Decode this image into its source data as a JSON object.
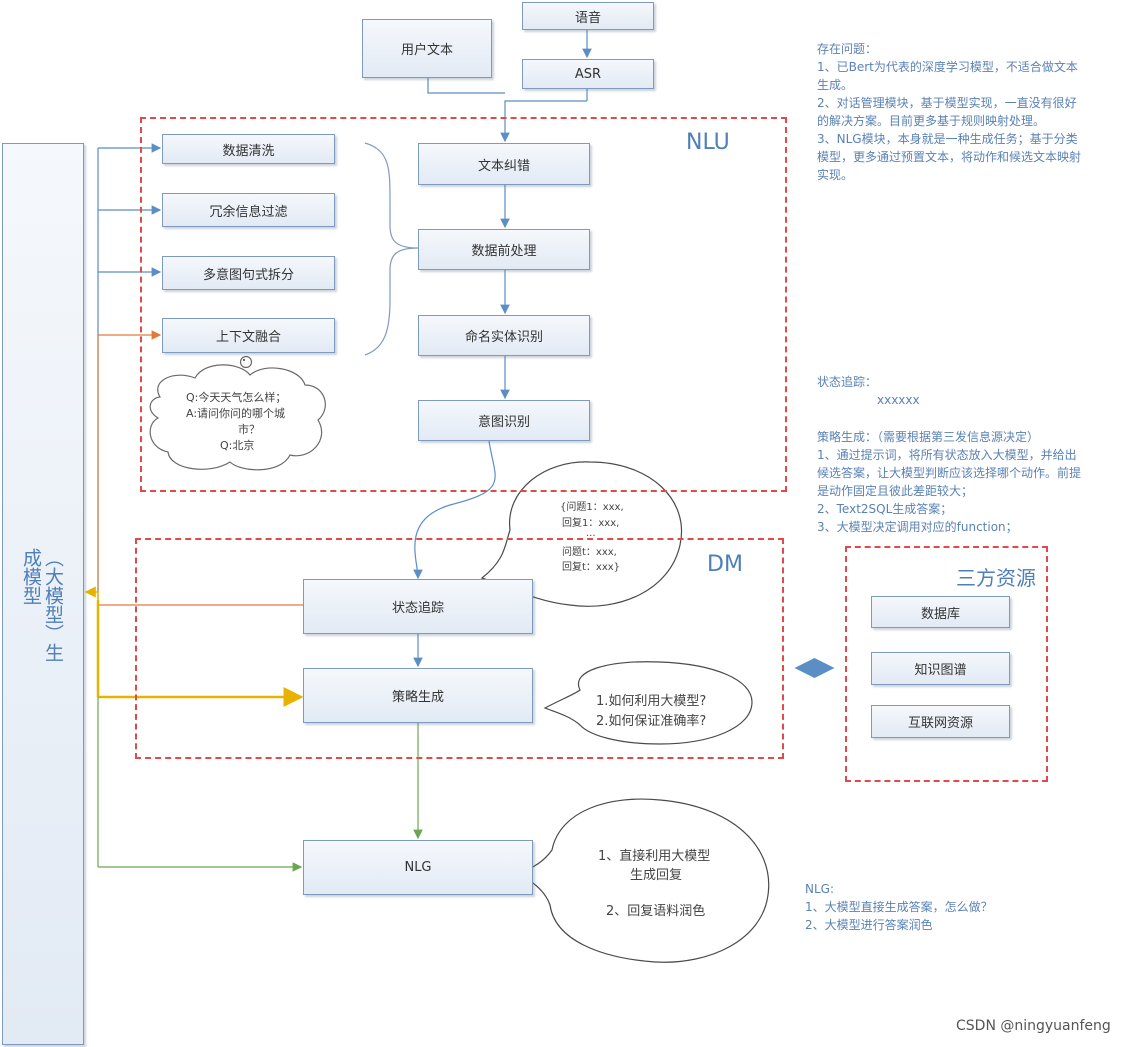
{
  "nodes": {
    "voice": "语音",
    "asr": "ASR",
    "user_text": "用户文本",
    "text_correction": "文本纠错",
    "data_preprocess": "数据前处理",
    "ner": "命名实体识别",
    "intent": "意图识别",
    "data_cleaning": "数据清洗",
    "redundant_filter": "冗余信息过滤",
    "multi_intent_split": "多意图句式拆分",
    "context_fusion": "上下文融合",
    "state_tracking": "状态追踪",
    "policy_generation": "策略生成",
    "nlg": "NLG",
    "database": "数据库",
    "knowledge_graph": "知识图谱",
    "internet_resource": "互联网资源",
    "llm_bar": "（大模型）生成模型"
  },
  "regions": {
    "nlu": "NLU",
    "dm": "DM",
    "third_party": "三方资源"
  },
  "bubbles": {
    "weather": [
      "Q:今天天气怎么样；",
      "A:请问你问的哪个城",
      "市？",
      "Q:北京"
    ],
    "history": [
      "{问题1：xxx,",
      "回复1：xxx,",
      "...",
      "问题t：xxx,",
      "回复t：xxx}"
    ],
    "policy": [
      "1.如何利用大模型?",
      "2.如何保证准确率?"
    ],
    "nlg": [
      "1、直接利用大模型",
      "生成回复",
      "2、回复语料润色"
    ]
  },
  "notes": {
    "problems": [
      "存在问题：",
      "1、已Bert为代表的深度学习模型，不适合做文本",
      "生成。",
      "2、对话管理模块，基于模型实现，一直没有很好",
      "的解决方案。目前更多基于规则映射处理。",
      "3、NLG模块，本身就是一种生成任务；基于分类",
      "模型，更多通过预置文本，将动作和候选文本映射",
      "实现。"
    ],
    "state": [
      "状态追踪：",
      "xxxxxx"
    ],
    "policy": [
      "策略生成：（需要根据第三发信息源决定）",
      "1、通过提示词，将所有状态放入大模型，并给出",
      "候选答案，让大模型判断应该选择哪个动作。前提",
      "是动作固定且彼此差距较大；",
      "2、Text2SQL生成答案；",
      "3、大模型决定调用对应的function；"
    ],
    "nlg": [
      "NLG:",
      "1、大模型直接生成答案，怎么做？",
      "2、大模型进行答案润色"
    ]
  },
  "watermark": "CSDN @ningyuanfeng",
  "colors": {
    "box_border": "#7f9ac0",
    "dashed_region": "#e04a4a",
    "note_text": "#5a82b4",
    "arrow_blue": "#5b8ec4",
    "arrow_orange": "#e07b3a",
    "arrow_yellow": "#e8b300",
    "arrow_green": "#6aa84f"
  }
}
